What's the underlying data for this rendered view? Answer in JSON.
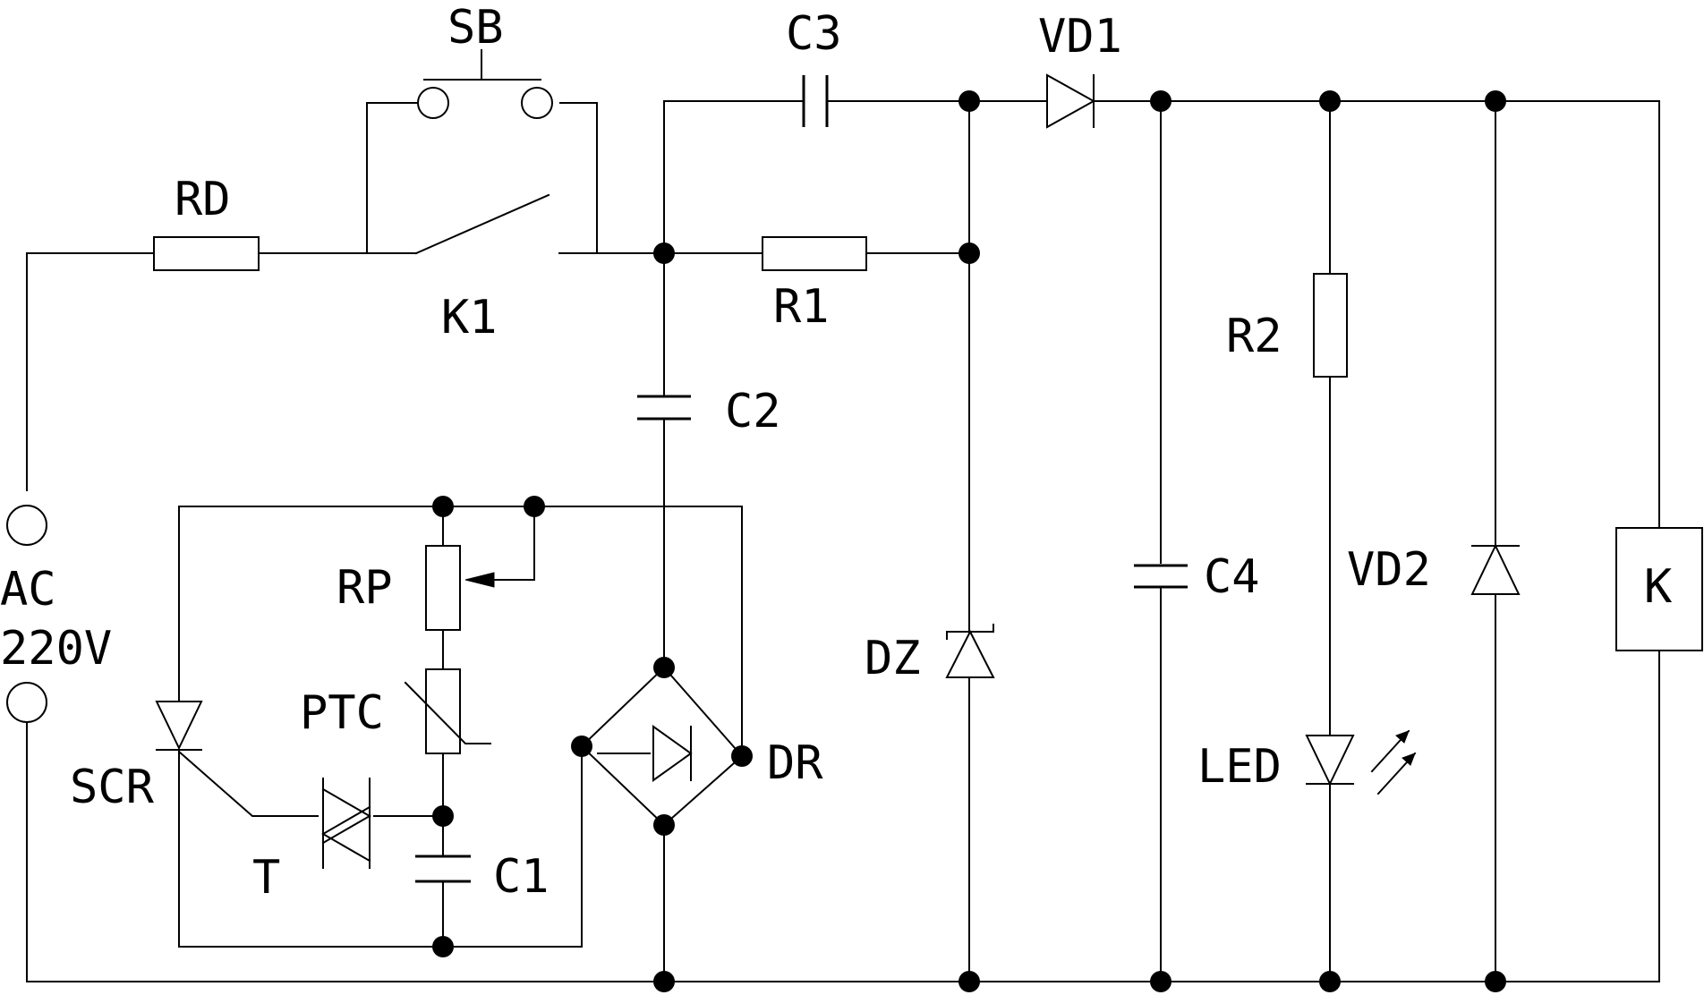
{
  "labels": {
    "sb": "SB",
    "c3": "C3",
    "vd1": "VD1",
    "rd": "RD",
    "k1": "K1",
    "r1": "R1",
    "c2": "C2",
    "r2": "R2",
    "ac": "AC",
    "ac_voltage": "220V",
    "rp": "RP",
    "ptc": "PTC",
    "scr": "SCR",
    "t": "T",
    "c1": "C1",
    "dr": "DR",
    "dz": "DZ",
    "c4": "C4",
    "vd2": "VD2",
    "led": "LED",
    "relay": "K"
  },
  "colors": {
    "ink": "#000000",
    "background": "#ffffff"
  }
}
